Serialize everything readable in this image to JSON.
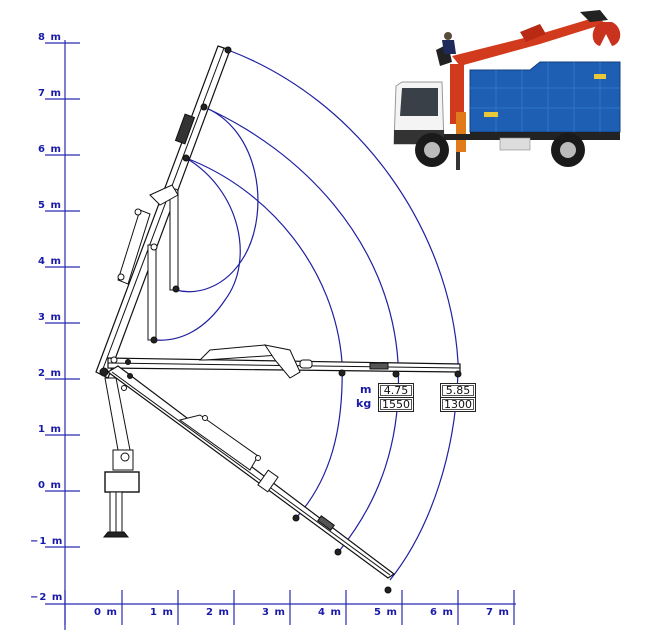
{
  "diagram": {
    "type": "crane-load-chart",
    "y_axis": {
      "ticks": [
        {
          "label": "8  m",
          "value": 8
        },
        {
          "label": "7  m",
          "value": 7
        },
        {
          "label": "6  m",
          "value": 6
        },
        {
          "label": "5  m",
          "value": 5
        },
        {
          "label": "4  m",
          "value": 4
        },
        {
          "label": "3  m",
          "value": 3
        },
        {
          "label": "2  m",
          "value": 2
        },
        {
          "label": "1  m",
          "value": 1
        },
        {
          "label": "0  m",
          "value": 0
        },
        {
          "label": "−1  m",
          "value": -1
        },
        {
          "label": "−2  m",
          "value": -2
        }
      ]
    },
    "x_axis": {
      "ticks": [
        {
          "label": "0  m",
          "value": 0
        },
        {
          "label": "1  m",
          "value": 1
        },
        {
          "label": "2  m",
          "value": 2
        },
        {
          "label": "3  m",
          "value": 3
        },
        {
          "label": "4  m",
          "value": 4
        },
        {
          "label": "5  m",
          "value": 5
        },
        {
          "label": "6  m",
          "value": 6
        },
        {
          "label": "7  m",
          "value": 7
        }
      ]
    },
    "load_table": {
      "row_labels": {
        "reach": "m",
        "load": "kg"
      },
      "columns": [
        {
          "reach": "4.75",
          "load": "1550"
        },
        {
          "reach": "5.85",
          "load": "1300"
        }
      ]
    },
    "colors": {
      "axis": "#2b2bb0",
      "arc": "#1f1fa0",
      "label": "#1a1aa8",
      "crane_line": "#111111"
    },
    "photo": {
      "subject": "truck-mounted-crane-with-grab",
      "truck_cab_color": "#ffffff",
      "body_color": "#1e5fb4",
      "crane_color": "#d23a1e"
    }
  }
}
